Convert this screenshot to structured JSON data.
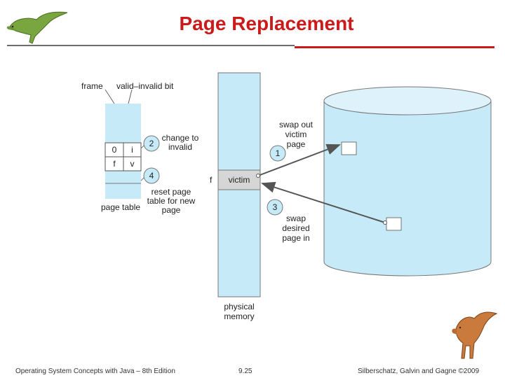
{
  "slide": {
    "title": "Page Replacement"
  },
  "diagram": {
    "page_table": {
      "header_frame": "frame",
      "header_bit": "valid–invalid bit",
      "rows": [
        {
          "frame": "0",
          "bit": "i"
        },
        {
          "frame": "f",
          "bit": "v"
        }
      ],
      "label": "page table"
    },
    "steps": [
      {
        "number": "1",
        "text": "swap out victim page"
      },
      {
        "number": "2",
        "text": "change to invalid"
      },
      {
        "number": "3",
        "text": "swap desired page in"
      },
      {
        "number": "4",
        "text": "reset page table for new page"
      }
    ],
    "memory": {
      "frame_marker": "f",
      "victim_label": "victim",
      "label_line1": "physical",
      "label_line2": "memory"
    },
    "disk": {
      "swap_out_lines": [
        "swap out",
        "victim",
        "page"
      ],
      "swap_in_lines": [
        "swap",
        "desired",
        "page in"
      ]
    },
    "colors": {
      "fill": "#c6eaf8",
      "victim_fill": "#d6d6d6",
      "outline": "#777777",
      "title": "#cc1a1a"
    }
  },
  "footer": {
    "left": "Operating System Concepts with Java – 8th Edition",
    "center": "9.25",
    "right": "Silberschatz, Galvin and Gagne ©2009"
  }
}
